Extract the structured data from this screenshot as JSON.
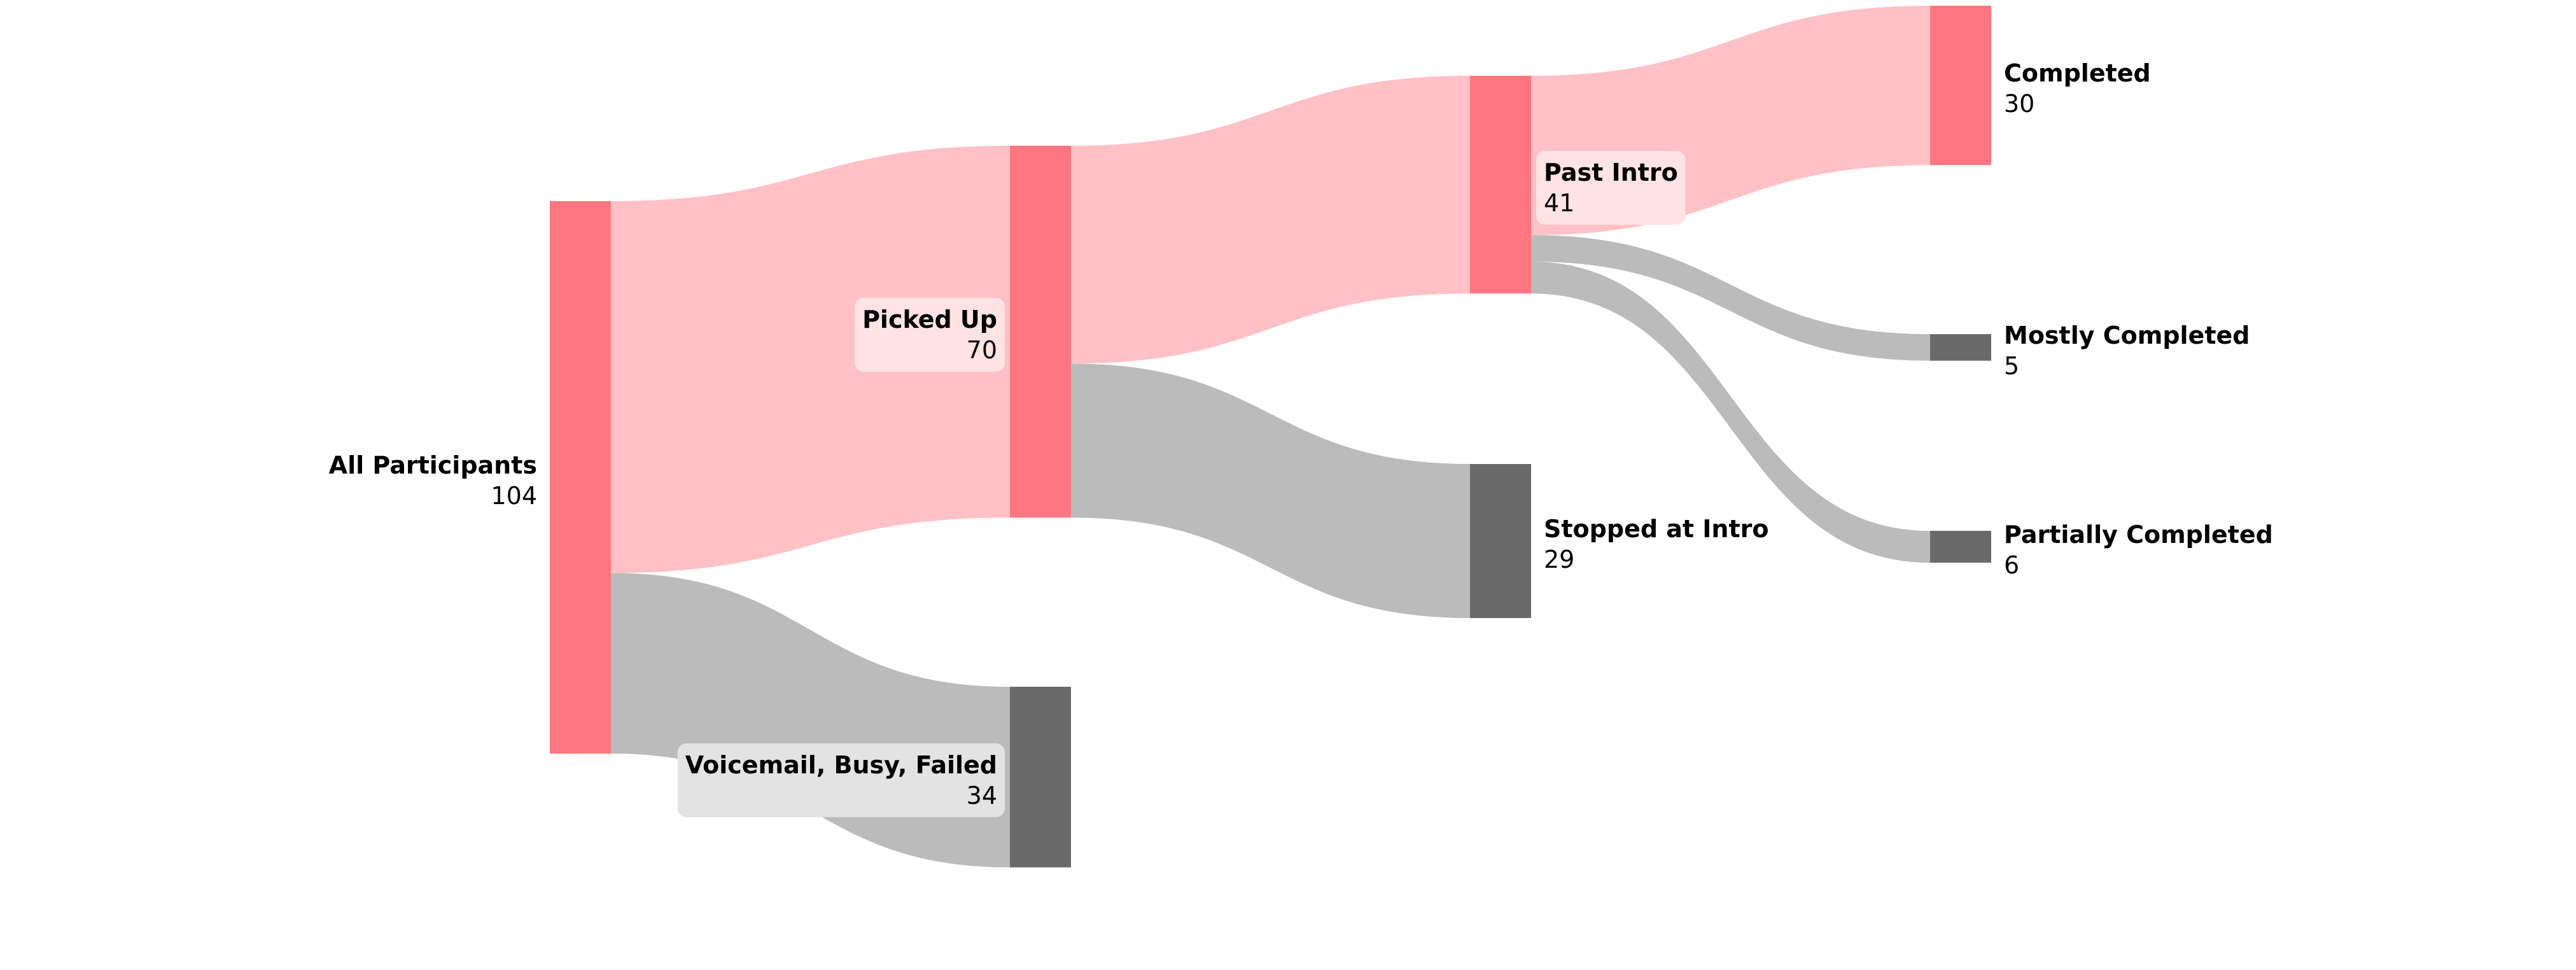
{
  "chart_data": {
    "type": "sankey",
    "colors": {
      "highlight_node": "#ff7680",
      "highlight_link": "#ffc1c6",
      "muted_node": "#6a6a6a",
      "muted_link": "#bbbbbb",
      "highlight_label_bg": "#ffe3e5",
      "muted_label_bg": "#e3e3e3"
    },
    "nodes": [
      {
        "id": "all",
        "name": "All Participants",
        "value": "104",
        "group": "highlight"
      },
      {
        "id": "picked",
        "name": "Picked Up",
        "value": "70",
        "group": "highlight"
      },
      {
        "id": "voicemail",
        "name": "Voicemail, Busy, Failed",
        "value": "34",
        "group": "muted"
      },
      {
        "id": "past",
        "name": "Past Intro",
        "value": "41",
        "group": "highlight"
      },
      {
        "id": "stopped",
        "name": "Stopped at Intro",
        "value": "29",
        "group": "muted"
      },
      {
        "id": "completed",
        "name": "Completed",
        "value": "30",
        "group": "highlight"
      },
      {
        "id": "mostly",
        "name": "Mostly Completed",
        "value": "5",
        "group": "muted"
      },
      {
        "id": "partially",
        "name": "Partially Completed",
        "value": "6",
        "group": "muted"
      }
    ],
    "links": [
      {
        "source": "all",
        "target": "picked",
        "value": 70,
        "group": "highlight"
      },
      {
        "source": "all",
        "target": "voicemail",
        "value": 34,
        "group": "muted"
      },
      {
        "source": "picked",
        "target": "past",
        "value": 41,
        "group": "highlight"
      },
      {
        "source": "picked",
        "target": "stopped",
        "value": 29,
        "group": "muted"
      },
      {
        "source": "past",
        "target": "completed",
        "value": 30,
        "group": "highlight"
      },
      {
        "source": "past",
        "target": "mostly",
        "value": 5,
        "group": "muted"
      },
      {
        "source": "past",
        "target": "partially",
        "value": 6,
        "group": "muted"
      }
    ]
  }
}
